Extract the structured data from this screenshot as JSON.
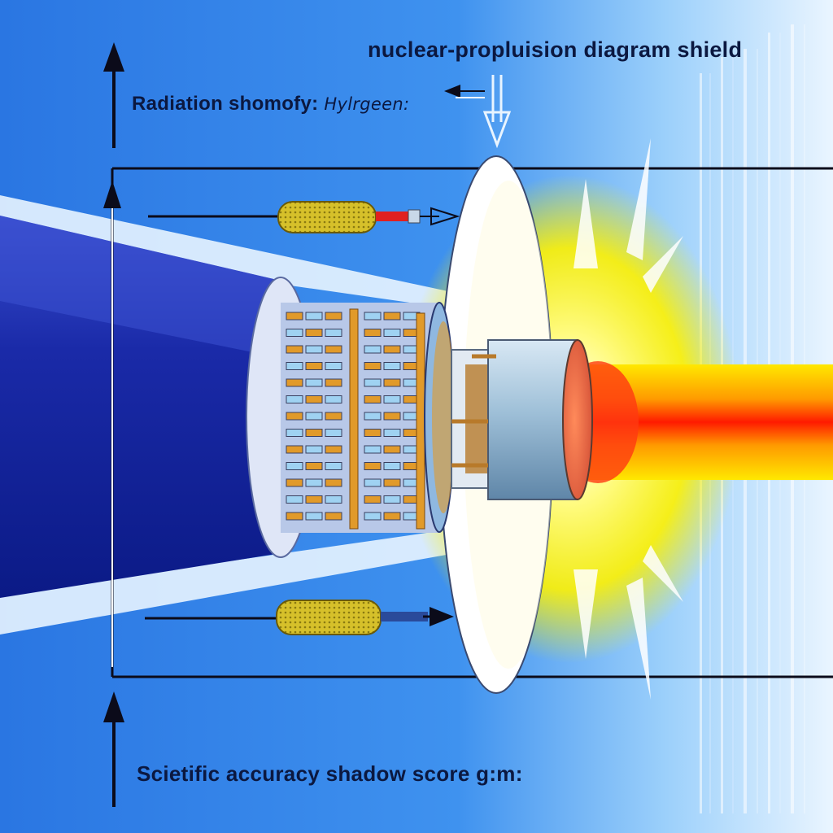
{
  "diagram": {
    "title": "nuclear-propluision diagram shield",
    "radiation_label_prefix": "Radiation shomofy:",
    "radiation_label_suffix": "Hylrgeen:",
    "accuracy_label": "Scietific accuracy shadow score g:m:",
    "colors": {
      "background": "#2f7fe6",
      "bright_band": "#e8f4ff",
      "nozzle_dark": "#0e1f8c",
      "nozzle_light": "#2738b8",
      "coil_orange": "#e19a2a",
      "coil_blue": "#9fd2f2",
      "shield_disk": "#ffffff",
      "glow_yellow": "#fff200",
      "exhaust_red": "#ff1a00",
      "exhaust_orange": "#ff9a00",
      "canister_yellow": "#d8c32a",
      "frame_line": "#0b0b1a"
    },
    "icons": [
      "up-arrow-icon",
      "right-arrow-icon",
      "down-arrow-icon",
      "left-arrow-icon"
    ]
  }
}
